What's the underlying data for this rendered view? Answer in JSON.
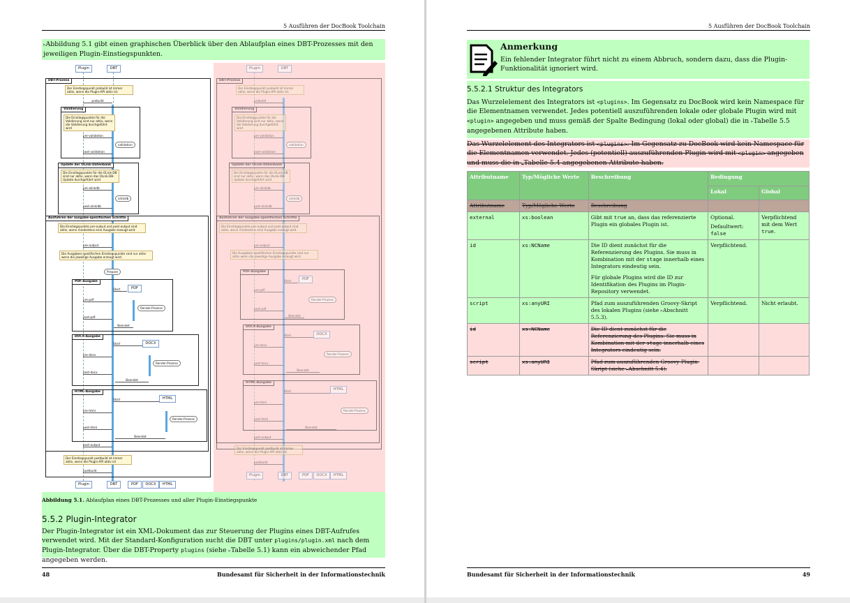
{
  "left": {
    "header": "5 Ausführen der DocBook Toolchain",
    "intro": "Abbildung 5.1 gibt einen graphischen Überblick über den Ablaufplan eines DBT-Prozesses mit den jeweiligen Plugin-Einstiegspunkten.",
    "diagram": {
      "participants": [
        "Plugin",
        "DBT",
        "PDF",
        "DOCX",
        "HTML"
      ],
      "frames": {
        "dbt": "DBT-Prozess",
        "validation": "Validierung",
        "olink": "Update der OLink-Datenbank",
        "output": "Ausführen der ausgabe-spezifischen Schritte",
        "pdf": "PDF-Ausgabe",
        "docx": "DOCX-Ausgabe",
        "html": "HTML-Ausgabe"
      },
      "notes": {
        "prebuild": "Der Einstiegspunkt prebuild ist immer aktiv, wenn die Plugin-API aktiv ist.",
        "validation": "Die Einstiegspunkte für die Validierung sind nur aktiv, wenn die Validierung durchgeführt wird",
        "olink": "Die Einstiegspunkte für die OLink-DB sind nur aktiv, wenn das OLink-DB-Update durchgeführt wird",
        "output": "Die Einstiegspunkte pre-output und post-output sind aktiv, wenn mindestens eine Ausgabe erzeugt wird.",
        "specific": "Die Ausgaben-spezifischen Einstiegspunkte sind nur aktiv wenn die jeweilige Ausgabe erzeugt wird.",
        "postbuild": "Der Einstiegspunkt postbuild ist immer aktiv, wenn die Plugin-API aktiv ist"
      },
      "messages": {
        "prebuild": "prebuild",
        "prevalidation": "pre-validation",
        "validation": "validation",
        "postvalidation": "post-validation",
        "preolinkdb": "pre-olinkdb",
        "olinkdb": "olinkdb",
        "postolinkdb": "post-olinkdb",
        "preoutput": "pre-output",
        "prepare": "Prepare",
        "start": "Start",
        "prepdf": "pre-pdf",
        "postpdf": "post-pdf",
        "predocx": "pre-docx",
        "postdocx": "post-docx",
        "prehtml": "pre-html",
        "posthtml": "post-html",
        "render": "Render-Prozess",
        "done": "Beendet",
        "postoutput": "post-output",
        "postbuild": "postbuild"
      }
    },
    "caption_label": "Abbildung 5.1.",
    "caption_text": "Ablaufplan eines DBT-Prozesses und aller Plugin-Einstiegspunkte",
    "section_title": "5.5.2 Plugin-Integrator",
    "section_p1": "Der Plugin-Integrator ist ein XML-Dokument das zur Steuerung der Plugins eines DBT-Aufrufes verwendet wird. Mit der Standard-Konfiguration sucht die DBT unter",
    "section_code1": "plugins/plugin.xml",
    "section_p2": "nach dem Plugin-Integrator. Über die DBT-Property",
    "section_code2": "plugins",
    "section_p3": "(siehe",
    "section_ref": "Tabelle 5.1",
    "section_p4": ") kann ein abweichender Pfad angegeben werden.",
    "footer_page": "48",
    "footer_org": "Bundesamt für Sicherheit in der Informationstechnik"
  },
  "right": {
    "header": "5 Ausführen der DocBook Toolchain",
    "note_title": "Anmerkung",
    "note_text": "Ein fehlender Integrator führt nicht zu einem Abbruch, sondern dazu, dass die Plugin-Funktionalität ignoriert wird.",
    "subsection_title": "5.5.2.1 Struktur des Integrators",
    "p_new_1": "Das Wurzelelement des Integrators ist",
    "p_new_code1": "<plugins>",
    "p_new_2": ". Im Gegensatz zu DocBook wird kein Namespace für die Elementnamen verwendet. Jedes potentiell auszuführenden lokale oder globale Plugin wird mit",
    "p_new_code2": "<plugin>",
    "p_new_3": "angegeben und muss gemäß der Spalte Bedingung (lokal oder global) die in",
    "p_new_ref": "Tabelle 5.5",
    "p_new_4": "angegebenen Attribute haben.",
    "p_old_1": "Das Wurzelelement des Integrators ist",
    "p_old_code1": "<plugins>",
    "p_old_2": ". Im Gegensatz zu DocBook wird kein Namespace für die Elementnamen verwendet. Jedes (potentiell) auszuführenden Plugin wird mit",
    "p_old_code2": "<plugin>",
    "p_old_3": "angegeben und muss die in",
    "p_old_ref": "Tabelle 5.4",
    "p_old_4": "angegebenen Attribute haben.",
    "table": {
      "headers": [
        "Attributname",
        "Typ/Mögliche Werte",
        "Beschreibung",
        "Bedingung",
        "Lokal",
        "Global"
      ],
      "old_headers": [
        "Attributname",
        "Typ/Mögliche Werte",
        "Beschreibung"
      ],
      "rows": [
        {
          "name": "external",
          "type": "xs:boolean",
          "desc_1": "Gibt mit",
          "desc_code": "true",
          "desc_2": "an, dass das referenzierte Plugin ein globales Plugin ist.",
          "lokal_1": "Optional.",
          "lokal_2": "Defaultwert:",
          "lokal_code": "false",
          "global_1": "Verpflichtend mit dem Wert",
          "global_code": "true",
          "global_2": "."
        },
        {
          "name": "id",
          "type": "xs:NCName",
          "desc_1": "Die ID dient zunächst für die Referenzierung des Plugins. Sie muss in Kombination mit der",
          "desc_code": "stage",
          "desc_2": "innerhalb eines Integrators eindeutig sein.",
          "desc_p2": "Für globale Plugins wird die ID zur Identifikation des Plugins im Plugin-Repository verwendet.",
          "lokal_1": "Verpflichtend.",
          "global_1": ""
        },
        {
          "name": "script",
          "type": "xs:anyURI",
          "desc_1": "Pfad zum auszuführenden Groovy-Skript des lokalen Plugins (siehe",
          "desc_ref": "Abschnitt 5.5.3",
          "desc_2": ").",
          "lokal_1": "Verpflichtend.",
          "global_1": "Nicht erlaubt."
        },
        {
          "name": "id",
          "type": "xs:NCName",
          "desc_1": "Die ID dient zunächst für die Referenzierung des Plugins. Sie muss in Kombination mit der",
          "desc_code": "stage",
          "desc_2": "innerhalb eines Integrators eindeutig sein."
        },
        {
          "name": "script",
          "type": "xs:anyURI",
          "desc_1": "Pfad zum auszuführenden Groovy-Plugin-Skript (siehe",
          "desc_ref": "Abschnitt 5.4",
          "desc_2": ")."
        }
      ]
    },
    "footer_org": "Bundesamt für Sicherheit in der Informationstechnik",
    "footer_page": "49"
  }
}
